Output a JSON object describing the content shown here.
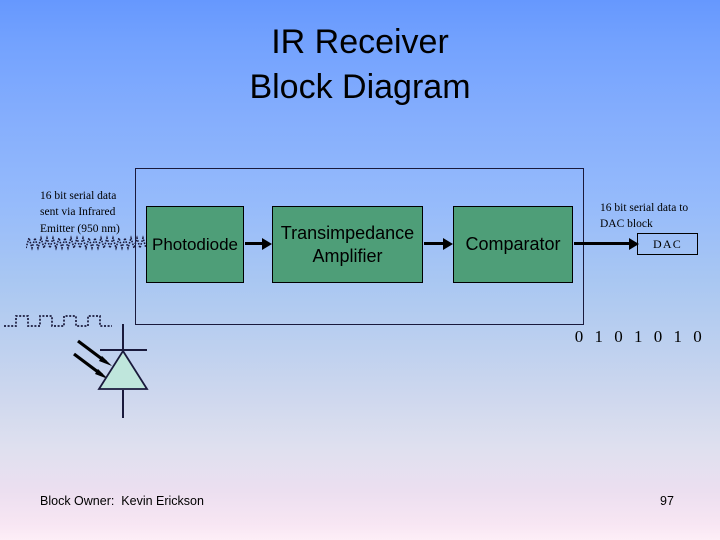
{
  "slide": {
    "title_line1": "IR Receiver",
    "title_line2": "Block Diagram",
    "page_number": "97",
    "owner_text": "Block Owner:  Kevin Erickson",
    "background_top_color": "#6698fe",
    "background_bottom_color": "#fdeef7"
  },
  "diagram": {
    "block_fill_color": "#4e9e78",
    "boundary_color": "#1a1a3c",
    "blocks": [
      {
        "id": "photodiode",
        "label": "Photodiode"
      },
      {
        "id": "transimpedance-amplifier",
        "label_line1": "Transimpedance",
        "label_line2": "Amplifier"
      },
      {
        "id": "comparator",
        "label": "Comparator"
      }
    ],
    "input_label": {
      "line1": "16 bit serial data",
      "line2": "sent via Infrared",
      "line3": "Emitter (950 nm)"
    },
    "output_label": {
      "line1": "16 bit serial data to",
      "line2": "DAC block"
    },
    "dac_box_label": "DAC",
    "binary_output": "0 1 0 1 0 1 0",
    "photodiode_symbol_fill": "#bfe6dc"
  }
}
